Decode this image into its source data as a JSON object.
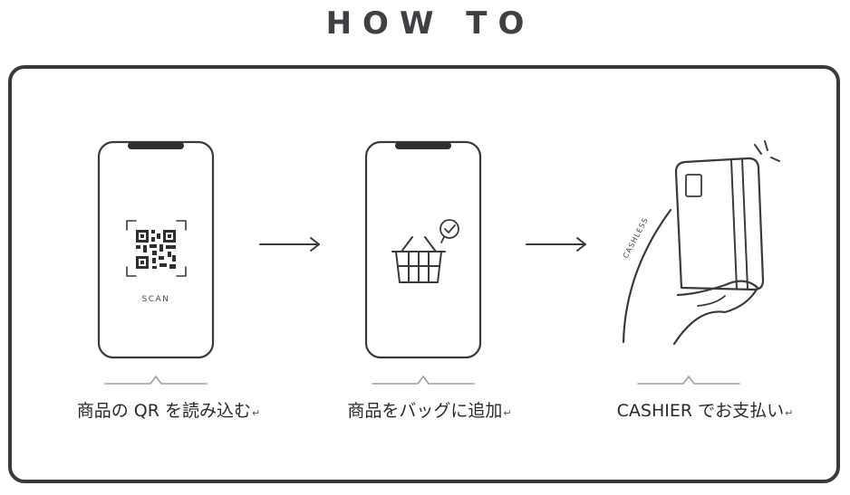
{
  "heading": "HOW TO",
  "steps": [
    {
      "label": "商品の QR を読み込む",
      "screen_text": "SCAN",
      "icon": "qr-code-icon"
    },
    {
      "label": "商品をバッグに追加",
      "icon": "shopping-basket-icon"
    },
    {
      "label": "CASHIER でお支払い",
      "card_text": "CASHLESS",
      "icon": "credit-card-hand-icon"
    }
  ],
  "return_mark": "↵",
  "colors": {
    "line": "#3a3a3e",
    "accent_line": "#9aa0a8"
  }
}
